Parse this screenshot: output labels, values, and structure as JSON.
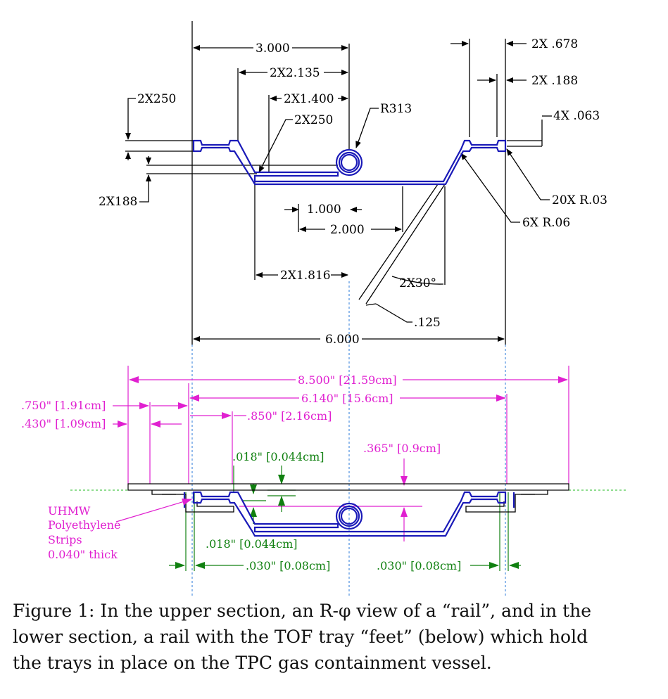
{
  "upper_dims": {
    "d3000": "3.000",
    "d2x2135": "2X2.135",
    "d2x1400": "2X1.400",
    "d2x250a": "2X250",
    "d2x250b": "2X250",
    "r313": "R313",
    "d2x678": "2X .678",
    "d2x188r": "2X .188",
    "d4x063": "4X .063",
    "d20xr03": "20X R.03",
    "d6xr06": "6X R.06",
    "d2x188l": "2X188",
    "d1000": "1.000",
    "d2000": "2.000",
    "d2x1816": "2X1.816",
    "d2x30": "2X30°",
    "d125": ".125",
    "d6000": "6.000"
  },
  "lower_dims": {
    "d8500": "8.500\" [21.59cm]",
    "d6140": "6.140\" [15.6cm]",
    "d750": ".750\" [1.91cm]",
    "d430": ".430\" [1.09cm]",
    "d850": ".850\" [2.16cm]",
    "d018top": ".018\" [0.044cm]",
    "d365": ".365\" [0.9cm]",
    "d018bot": ".018\" [0.044cm]",
    "d030l": ".030\" [0.08cm]",
    "d030r": ".030\" [0.08cm]",
    "uhmw": [
      "UHMW",
      "Polyethylene",
      "Strips",
      "0.040\" thick"
    ]
  },
  "caption": {
    "line1": "Figure 1:  In the upper section, an R-φ view of a “rail”, and in the",
    "line2": "lower section, a rail with the TOF tray “feet” (below) which hold",
    "line3": "the trays in place on the TPC gas containment vessel."
  },
  "colors": {
    "rail": "#1a1ab8",
    "dim": "#000000",
    "magenta": "#e020d0",
    "green": "#108010",
    "centerline": "#2a7ad8"
  }
}
